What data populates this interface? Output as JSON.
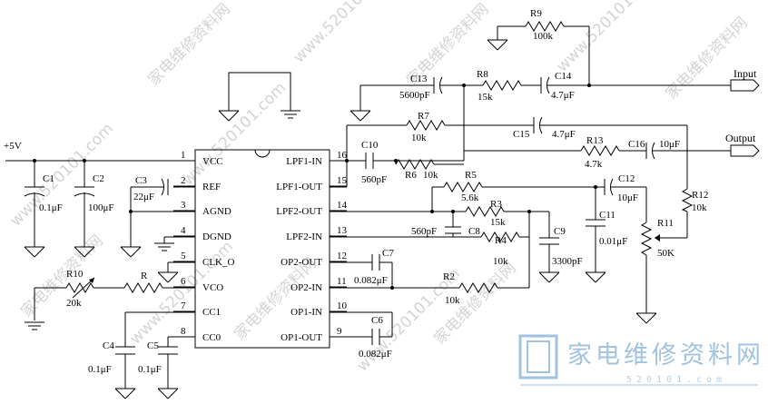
{
  "supply": "+5V",
  "ic": {
    "pins_left": [
      {
        "num": "1",
        "name": "VCC"
      },
      {
        "num": "2",
        "name": "REF"
      },
      {
        "num": "3",
        "name": "AGND"
      },
      {
        "num": "4",
        "name": "DGND"
      },
      {
        "num": "5",
        "name": "CLK_O"
      },
      {
        "num": "6",
        "name": "VCO"
      },
      {
        "num": "7",
        "name": "CC1"
      },
      {
        "num": "8",
        "name": "CC0"
      }
    ],
    "pins_right": [
      {
        "num": "16",
        "name": "LPF1-IN"
      },
      {
        "num": "15",
        "name": "LPF1-OUT"
      },
      {
        "num": "14",
        "name": "LPF2-OUT"
      },
      {
        "num": "13",
        "name": "LPF2-IN"
      },
      {
        "num": "12",
        "name": "OP2-OUT"
      },
      {
        "num": "11",
        "name": "OP2-IN"
      },
      {
        "num": "10",
        "name": "OP1-IN"
      },
      {
        "num": "9",
        "name": "OP1-OUT"
      }
    ]
  },
  "ports": {
    "input": "Input",
    "output": "Output"
  },
  "components": {
    "c1": {
      "ref": "C1",
      "value": "0.1μF"
    },
    "c2": {
      "ref": "C2",
      "value": "100μF"
    },
    "c3": {
      "ref": "C3",
      "value": "22μF"
    },
    "c4": {
      "ref": "C4",
      "value": "0.1μF"
    },
    "c5": {
      "ref": "C5",
      "value": "0.1μF"
    },
    "c6": {
      "ref": "C6",
      "value": "0.082μF"
    },
    "c7": {
      "ref": "C7",
      "value": "0.082μF"
    },
    "c8": {
      "ref": "C8",
      "value": "560pF"
    },
    "c9": {
      "ref": "C9",
      "value": "3300pF"
    },
    "c10": {
      "ref": "C10",
      "value": "560pF"
    },
    "c11": {
      "ref": "C11",
      "value": "0.01μF"
    },
    "c12": {
      "ref": "C12",
      "value": "10μF"
    },
    "c13": {
      "ref": "C13",
      "value": "5600pF"
    },
    "c14": {
      "ref": "C14",
      "value": "4.7μF"
    },
    "c15": {
      "ref": "C15",
      "value": "4.7μF"
    },
    "c16": {
      "ref": "C16",
      "value": "10μF"
    },
    "r": {
      "ref": "R"
    },
    "r2": {
      "ref": "R2",
      "value": "10k"
    },
    "r3": {
      "ref": "R3",
      "value": "15k"
    },
    "r4": {
      "ref": "R4",
      "value": "10k"
    },
    "r5": {
      "ref": "R5",
      "value": "5.6k"
    },
    "r6": {
      "ref": "R6",
      "value": "10k"
    },
    "r7": {
      "ref": "R7",
      "value": "10k"
    },
    "r8": {
      "ref": "R8",
      "value": "15k"
    },
    "r9": {
      "ref": "R9",
      "value": "100k"
    },
    "r10": {
      "ref": "R10",
      "value": "20k"
    },
    "r11": {
      "ref": "R11",
      "value": "50K"
    },
    "r12": {
      "ref": "R12",
      "value": "10k"
    },
    "r13": {
      "ref": "R13",
      "value": "4.7k"
    }
  },
  "watermark": {
    "url": "www.520101.com",
    "site_cn": "家电维修资料网",
    "logo_cn": "家电维修资料网",
    "logo_url": "520101.com"
  }
}
